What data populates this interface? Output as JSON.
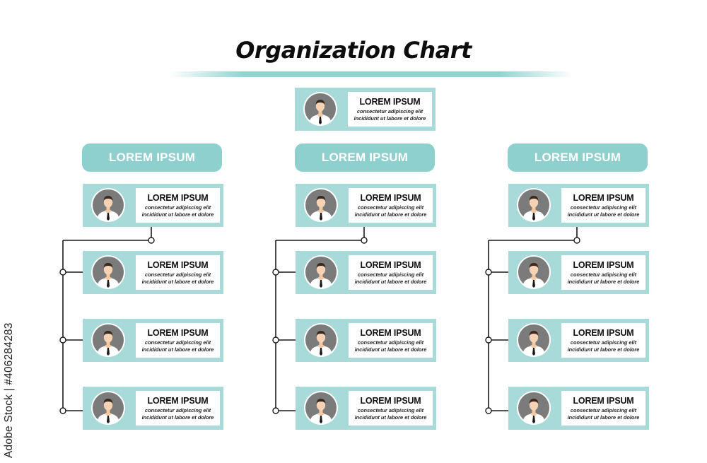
{
  "title": "Organization Chart",
  "top_card": {
    "name": "LOREM IPSUM",
    "line1": "consectetur adipiscing elit",
    "line2": "incididunt ut labore et dolore"
  },
  "columns": [
    {
      "header": "LOREM IPSUM",
      "cards": [
        {
          "name": "LOREM IPSUM",
          "line1": "consectetur adipiscing elit",
          "line2": "incididunt ut labore et dolore"
        },
        {
          "name": "LOREM IPSUM",
          "line1": "consectetur adipiscing elit",
          "line2": "incididunt ut labore et dolore"
        },
        {
          "name": "LOREM IPSUM",
          "line1": "consectetur adipiscing elit",
          "line2": "incididunt ut labore et dolore"
        },
        {
          "name": "LOREM IPSUM",
          "line1": "consectetur adipiscing elit",
          "line2": "incididunt ut labore et dolore"
        }
      ]
    },
    {
      "header": "LOREM IPSUM",
      "cards": [
        {
          "name": "LOREM IPSUM",
          "line1": "consectetur adipiscing elit",
          "line2": "incididunt ut labore et dolore"
        },
        {
          "name": "LOREM IPSUM",
          "line1": "consectetur adipiscing elit",
          "line2": "incididunt ut labore et dolore"
        },
        {
          "name": "LOREM IPSUM",
          "line1": "consectetur adipiscing elit",
          "line2": "incididunt ut labore et dolore"
        },
        {
          "name": "LOREM IPSUM",
          "line1": "consectetur adipiscing elit",
          "line2": "incididunt ut labore et dolore"
        }
      ]
    },
    {
      "header": "LOREM IPSUM",
      "cards": [
        {
          "name": "LOREM IPSUM",
          "line1": "consectetur adipiscing elit",
          "line2": "incididunt ut labore et dolore"
        },
        {
          "name": "LOREM IPSUM",
          "line1": "consectetur adipiscing elit",
          "line2": "incididunt ut labore et dolore"
        },
        {
          "name": "LOREM IPSUM",
          "line1": "consectetur adipiscing elit",
          "line2": "incididunt ut labore et dolore"
        },
        {
          "name": "LOREM IPSUM",
          "line1": "consectetur adipiscing elit",
          "line2": "incididunt ut labore et dolore"
        }
      ]
    }
  ],
  "watermark_id": "Adobe Stock | #406284283",
  "icons": {
    "avatar": "person-avatar-icon"
  },
  "colors": {
    "card_bg": "#a7dad8",
    "header_bg": "#8ed0cd",
    "avatar_bg": "#7b7b7b",
    "connector": "#1a1a1a"
  }
}
